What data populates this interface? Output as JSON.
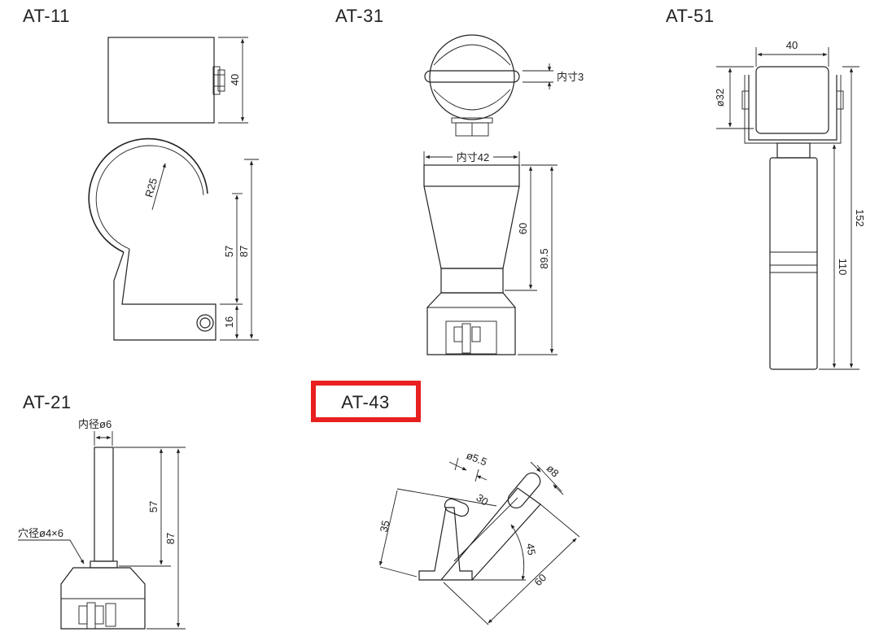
{
  "models": [
    {
      "id": "AT-11",
      "dims": [
        "40",
        "R25",
        "57",
        "87",
        "16"
      ]
    },
    {
      "id": "AT-31",
      "dims": [
        "内寸3",
        "内寸42",
        "60",
        "89.5"
      ]
    },
    {
      "id": "AT-51",
      "dims": [
        "40",
        "ø32",
        "152",
        "110"
      ]
    },
    {
      "id": "AT-21",
      "dims": [
        "内径ø6",
        "穴径ø4×6",
        "57",
        "87"
      ]
    },
    {
      "id": "AT-43",
      "dims": [
        "ø5.5",
        "ø8",
        "30",
        "35",
        "45",
        "60"
      ]
    }
  ],
  "highlight": {
    "model": "AT-43",
    "color": "#e8201f"
  }
}
